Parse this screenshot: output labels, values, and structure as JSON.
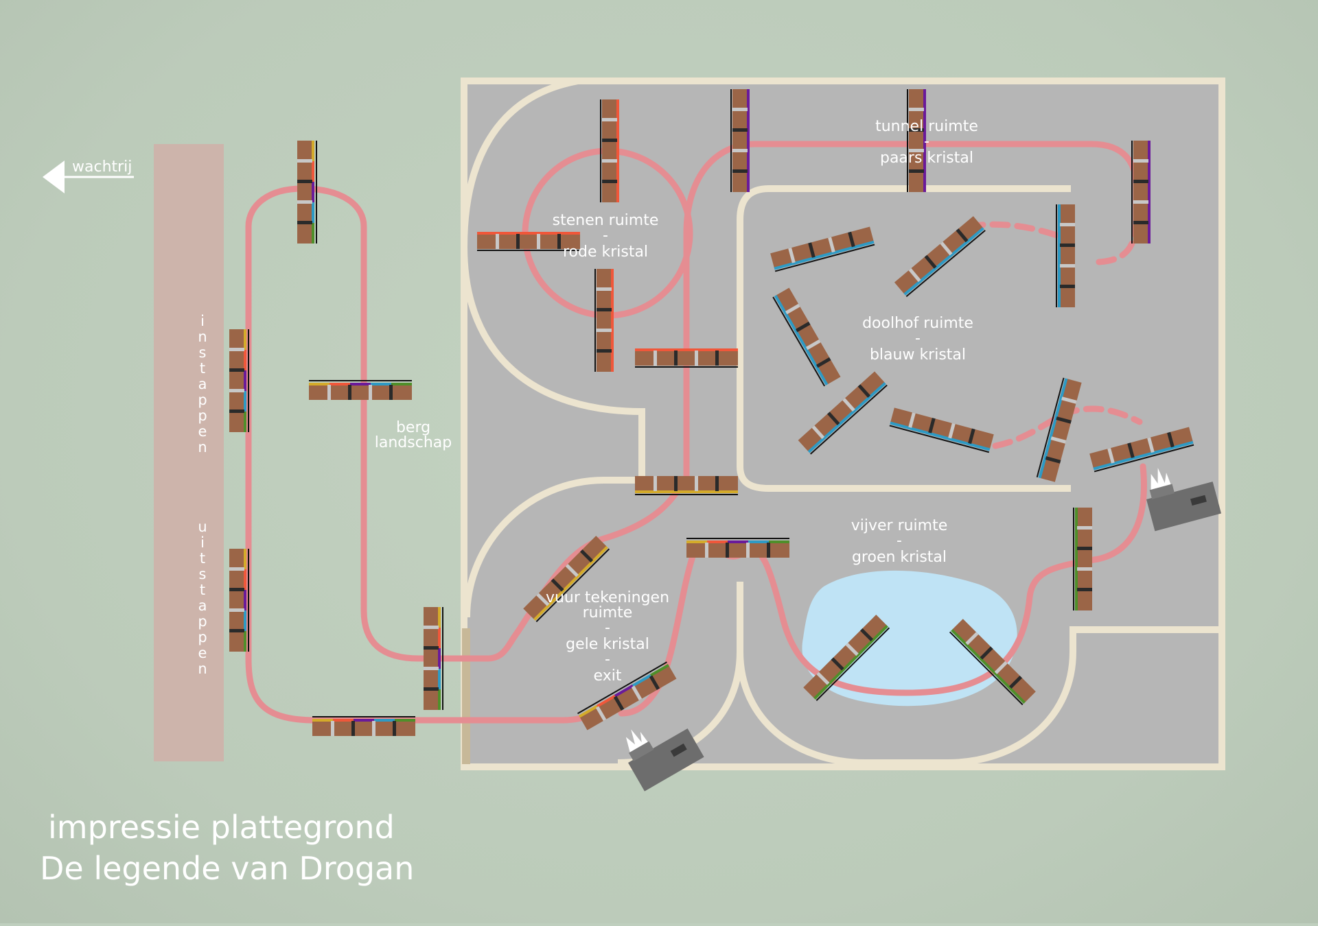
{
  "title": {
    "line1": "impressie plattegrond",
    "line2": "De legende van Drogan"
  },
  "queue": {
    "label": "wachtrij",
    "icon": "arrow-left-icon"
  },
  "platform": {
    "instappen": "instappen",
    "uitstappen": "uitstappen"
  },
  "rooms": {
    "berg": {
      "line1": "berg",
      "line2": "landschap"
    },
    "stenen": {
      "line1": "stenen ruimte",
      "sep": "-",
      "line2": "rode kristal"
    },
    "tunnel": {
      "line1": "tunnel ruimte",
      "sep": "-",
      "line2": "paars kristal"
    },
    "doolhof": {
      "line1": "doolhof ruimte",
      "sep": "-",
      "line2": "blauw kristal"
    },
    "vijver": {
      "line1": "vijver ruimte",
      "sep": "-",
      "line2": "groen kristal"
    },
    "vuur": {
      "line1": "vuur tekeningen",
      "line2": "ruimte",
      "sep1": "-",
      "line3": "gele kristal",
      "sep2": "-",
      "line4": "exit"
    }
  },
  "colors": {
    "background": "#bfcfbe",
    "floor": "#b6b6b6",
    "wall": "#ece4cf",
    "track": "#e58d92",
    "platform": "#cdb4ab",
    "car": "#9b6547",
    "water": "#bfe3f5",
    "camera": "#6b6b6b",
    "crystal_red": "#f0573a",
    "crystal_purple": "#6a1a9a",
    "crystal_blue": "#2e9ac4",
    "crystal_yellow": "#d4ab2a",
    "crystal_green": "#4f8f2a"
  },
  "icons": [
    "arrow-left-icon",
    "camera-icon",
    "flash-icon"
  ]
}
